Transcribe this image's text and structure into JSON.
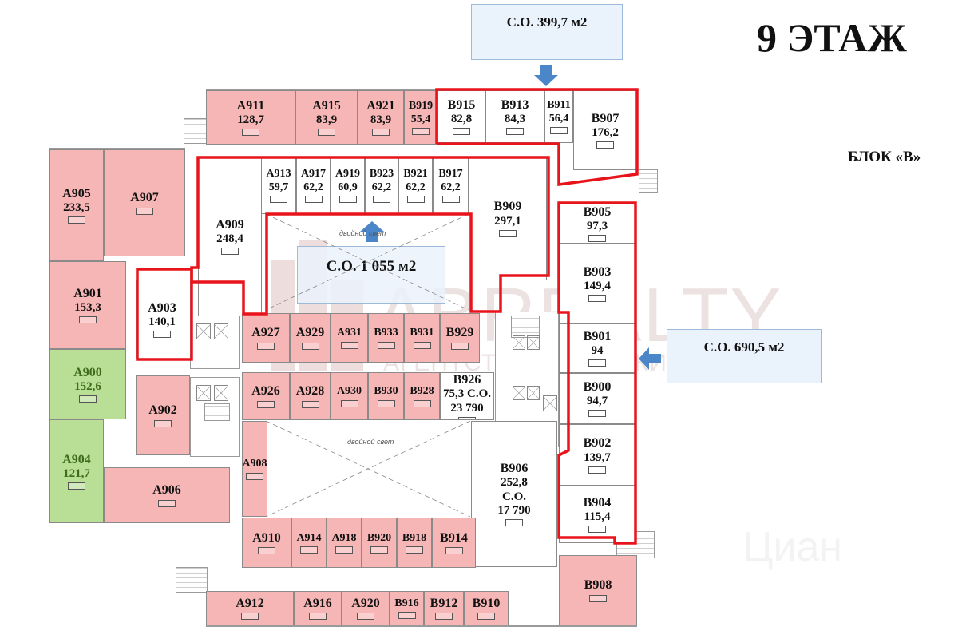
{
  "header": {
    "floor_title": "9 ЭТАЖ",
    "block_label": "БЛОК «В»"
  },
  "callouts": {
    "top": "С.О. 399,7 м2",
    "center": "С.О. 1 055 м2",
    "right": "С.О. 690,5 м2"
  },
  "void_labels": {
    "upper": "двойной свет",
    "lower": "двойной свет"
  },
  "watermarks": {
    "brand": "ABREALTY",
    "brand_sub": "АГЕНТСТВО НЕДВИЖИМОСТИ",
    "cian": "Циан"
  },
  "legend_colors": {
    "occupied": "#f7b6b6",
    "available": "#b9de95",
    "highlight_outline": "#e8141c",
    "callout_fill": "#eaf2fb",
    "arrow": "#4a86c8"
  },
  "rooms": [
    {
      "code": "A911",
      "area": "128,7",
      "status": "pink"
    },
    {
      "code": "A915",
      "area": "83,9",
      "status": "pink"
    },
    {
      "code": "A921",
      "area": "83,9",
      "status": "pink"
    },
    {
      "code": "B919",
      "area": "55,4",
      "status": "pink"
    },
    {
      "code": "B915",
      "area": "82,8",
      "status": "white"
    },
    {
      "code": "B913",
      "area": "84,3",
      "status": "white"
    },
    {
      "code": "B911",
      "area": "56,4",
      "status": "white"
    },
    {
      "code": "B907",
      "area": "176,2",
      "status": "white"
    },
    {
      "code": "A905",
      "area": "233,5",
      "status": "pink"
    },
    {
      "code": "A907",
      "area": "",
      "status": "pink"
    },
    {
      "code": "A913",
      "area": "59,7",
      "status": "white"
    },
    {
      "code": "A917",
      "area": "62,2",
      "status": "white"
    },
    {
      "code": "A919",
      "area": "60,9",
      "status": "white"
    },
    {
      "code": "B923",
      "area": "62,2",
      "status": "white"
    },
    {
      "code": "B921",
      "area": "62,2",
      "status": "white"
    },
    {
      "code": "B917",
      "area": "62,2",
      "status": "white"
    },
    {
      "code": "A909",
      "area": "248,4",
      "status": "white"
    },
    {
      "code": "B909",
      "area": "297,1",
      "status": "white"
    },
    {
      "code": "B905",
      "area": "97,3",
      "status": "white"
    },
    {
      "code": "B903",
      "area": "149,4",
      "status": "white"
    },
    {
      "code": "A901",
      "area": "153,3",
      "status": "pink"
    },
    {
      "code": "A903",
      "area": "140,1",
      "status": "white"
    },
    {
      "code": "A927",
      "area": "",
      "status": "pink"
    },
    {
      "code": "A929",
      "area": "",
      "status": "pink"
    },
    {
      "code": "A931",
      "area": "",
      "status": "pink"
    },
    {
      "code": "B933",
      "area": "",
      "status": "pink"
    },
    {
      "code": "B931",
      "area": "",
      "status": "pink"
    },
    {
      "code": "B929",
      "area": "",
      "status": "pink"
    },
    {
      "code": "B901",
      "area": "94",
      "status": "white"
    },
    {
      "code": "A900",
      "area": "152,6",
      "status": "green"
    },
    {
      "code": "A902",
      "area": "",
      "status": "pink"
    },
    {
      "code": "A926",
      "area": "",
      "status": "pink"
    },
    {
      "code": "A928",
      "area": "",
      "status": "pink"
    },
    {
      "code": "A930",
      "area": "",
      "status": "pink"
    },
    {
      "code": "B930",
      "area": "",
      "status": "pink"
    },
    {
      "code": "B928",
      "area": "",
      "status": "pink"
    },
    {
      "code": "B926",
      "area": "75,3 С.О.",
      "extra": "23 790",
      "status": "white"
    },
    {
      "code": "B900",
      "area": "94,7",
      "status": "white"
    },
    {
      "code": "A908",
      "area": "",
      "status": "pink"
    },
    {
      "code": "B902",
      "area": "139,7",
      "status": "white"
    },
    {
      "code": "A904",
      "area": "121,7",
      "status": "green"
    },
    {
      "code": "A906",
      "area": "",
      "status": "pink"
    },
    {
      "code": "B906",
      "area": "252,8",
      "extra": "С.О.",
      "extra2": "17 790",
      "status": "white"
    },
    {
      "code": "B904",
      "area": "115,4",
      "status": "white"
    },
    {
      "code": "A910",
      "area": "",
      "status": "pink"
    },
    {
      "code": "A914",
      "area": "",
      "status": "pink"
    },
    {
      "code": "A918",
      "area": "",
      "status": "pink"
    },
    {
      "code": "B920",
      "area": "",
      "status": "pink"
    },
    {
      "code": "B918",
      "area": "",
      "status": "pink"
    },
    {
      "code": "B914",
      "area": "",
      "status": "pink"
    },
    {
      "code": "B908",
      "area": "",
      "status": "pink"
    },
    {
      "code": "A912",
      "area": "",
      "status": "pink"
    },
    {
      "code": "A916",
      "area": "",
      "status": "pink"
    },
    {
      "code": "A920",
      "area": "",
      "status": "pink"
    },
    {
      "code": "B916",
      "area": "",
      "status": "pink"
    },
    {
      "code": "B912",
      "area": "",
      "status": "pink"
    },
    {
      "code": "B910",
      "area": "",
      "status": "pink"
    }
  ]
}
